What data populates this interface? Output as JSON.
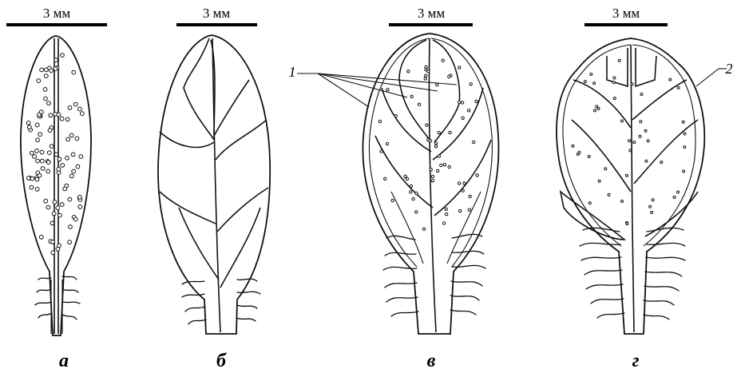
{
  "panels": [
    {
      "id": "a",
      "scale_label": "3 мм",
      "label": "а"
    },
    {
      "id": "b",
      "scale_label": "3 мм",
      "label": "б"
    },
    {
      "id": "v",
      "scale_label": "3 мм",
      "label": "в"
    },
    {
      "id": "g",
      "scale_label": "3 мм",
      "label": "г"
    }
  ],
  "callouts": {
    "one": "1",
    "two": "2"
  }
}
